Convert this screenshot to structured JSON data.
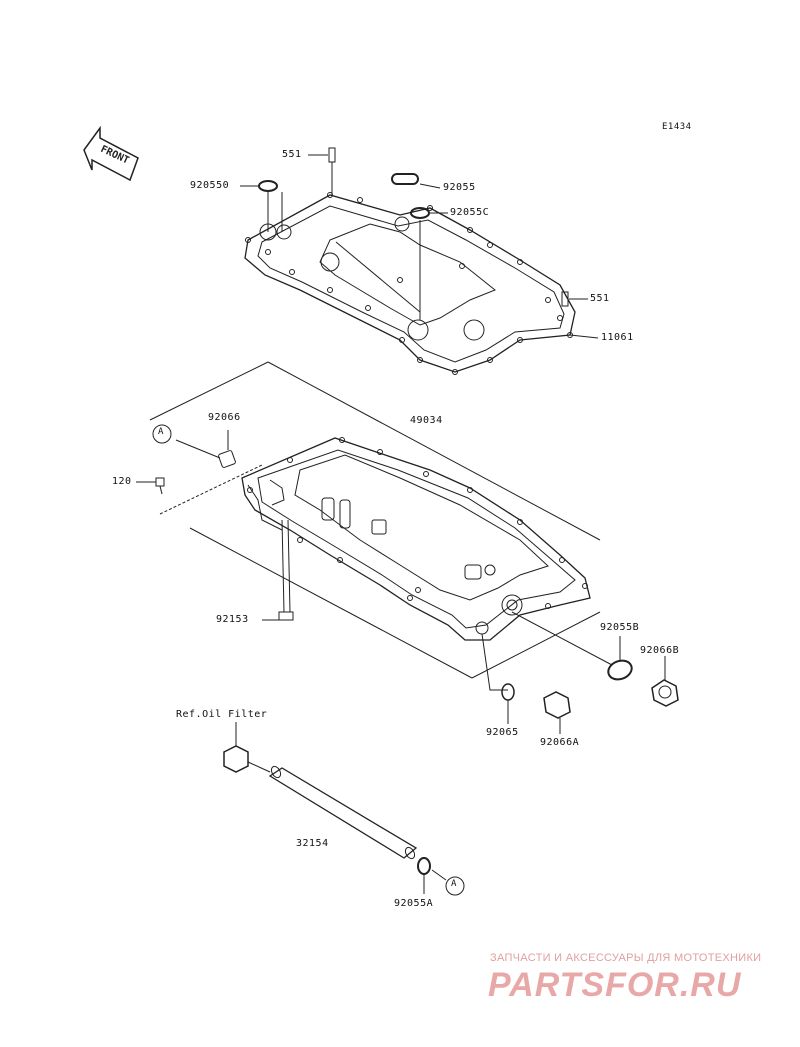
{
  "diagram_code": "E1434",
  "front_label": "FRONT",
  "ref_label": "Ref.Oil Filter",
  "circle_ref": "A",
  "parts": {
    "p551_top": "551",
    "p920550": "920550",
    "p92055": "92055",
    "p92055C": "92055C",
    "p551_right": "551",
    "p11061": "11061",
    "p49034": "49034",
    "p92066": "92066",
    "p120": "120",
    "p92153": "92153",
    "p92055B": "92055B",
    "p92066B": "92066B",
    "p92065": "92065",
    "p92066A": "92066A",
    "p32154": "32154",
    "p92055A": "92055A"
  },
  "watermark": {
    "line1": "ЗАПЧАСТИ И АКСЕССУАРЫ ДЛЯ МОТОТЕХНИКИ",
    "line2": "PARTSFOR.RU"
  }
}
